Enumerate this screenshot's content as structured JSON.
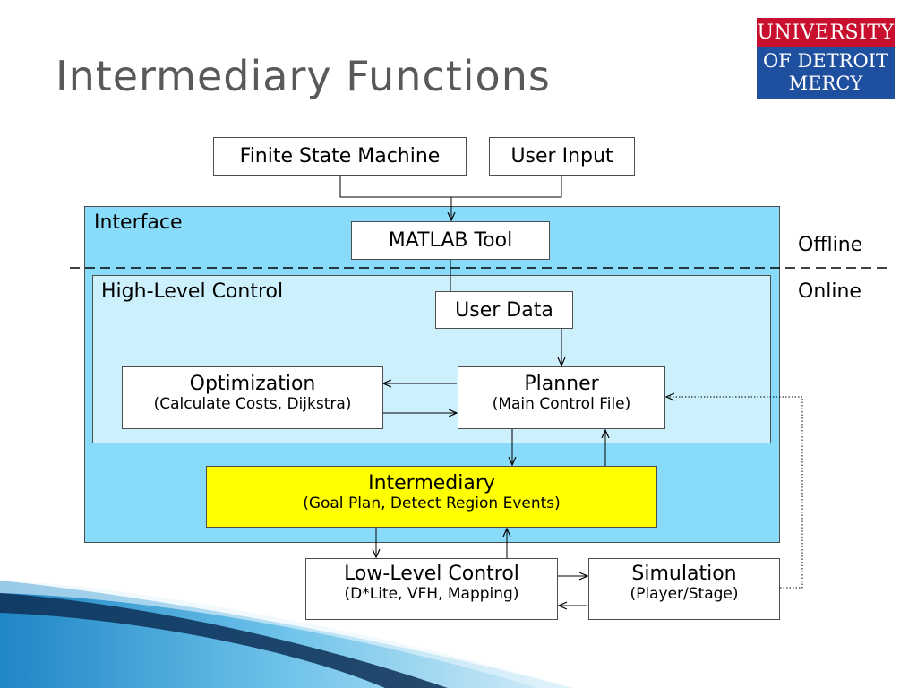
{
  "slide": {
    "title": "Intermediary Functions"
  },
  "logo": {
    "line1": "UNIVERSITY",
    "line2": "OF DETROIT",
    "line3": "MERCY"
  },
  "labels": {
    "offline": "Offline",
    "online": "Online"
  },
  "regions": {
    "interface": "Interface",
    "high_level_control": "High-Level Control"
  },
  "boxes": {
    "fsm": "Finite State Machine",
    "user_input": "User Input",
    "matlab_tool": "MATLAB Tool",
    "user_data": "User Data",
    "optimization": {
      "title": "Optimization",
      "subtitle": "(Calculate Costs, Dijkstra)"
    },
    "planner": {
      "title": "Planner",
      "subtitle": "(Main Control File)"
    },
    "intermediary": {
      "title": "Intermediary",
      "subtitle": "(Goal Plan, Detect Region Events)"
    },
    "low_level_control": {
      "title": "Low-Level Control",
      "subtitle": "(D*Lite, VFH, Mapping)"
    },
    "simulation": {
      "title": "Simulation",
      "subtitle": "(Player/Stage)"
    }
  },
  "colors": {
    "interface_fill": "#89dcf9",
    "hlc_fill": "#ccf1fc",
    "intermediary_fill": "#ffff00",
    "logo_red": "#c8102e",
    "logo_blue": "#1f4f9f"
  }
}
